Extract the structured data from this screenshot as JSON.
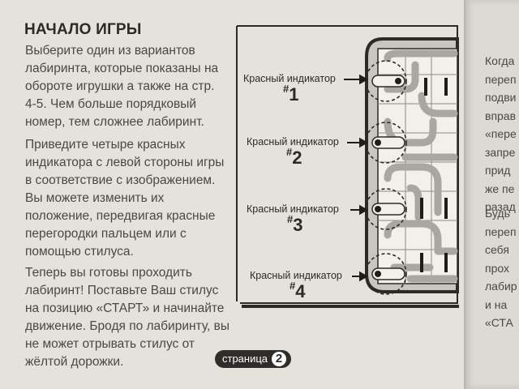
{
  "heading": "НАЧАЛО ИГРЫ",
  "paragraphs": [
    [
      "Выберите один из вариантов",
      "лабиринта, которые показаны на",
      "обороте игрушки а также на стр.",
      "4-5. Чем больше порядковый",
      "номер, тем сложнее лабиринт."
    ],
    [
      "Приведите четыре красных",
      "индикатора с левой стороны игры",
      "в соответствие с изображением.",
      "Вы можете изменить их",
      "положение, передвигая красные",
      "перегородки пальцем или с",
      "помощью стилуса."
    ],
    [
      "Теперь вы готовы проходить",
      "лабиринт! Поставьте Ваш стилус",
      "на позицию «СТАРТ» и начинайте",
      "движение. Бродя по лабиринту, вы",
      "не может отрывать стилус от",
      "жёлтой дорожки."
    ]
  ],
  "indicators": [
    {
      "label": "Красный индикатор",
      "number": "1"
    },
    {
      "label": "Красный индикатор",
      "number": "2"
    },
    {
      "label": "Красный индикатор",
      "number": "3"
    },
    {
      "label": "Красный индикатор",
      "number": "4"
    }
  ],
  "number_prefix": "#",
  "page_badge": {
    "label": "страница",
    "number": "2"
  },
  "right_page_fragments": [
    [
      "Когда",
      "переп",
      "подви",
      "вправ",
      "«пере",
      "запре",
      "прид",
      "же пе",
      "разад"
    ],
    [
      "Будь",
      "переп",
      "себя",
      "прох",
      "лабир",
      "и на",
      "«СТА"
    ]
  ]
}
